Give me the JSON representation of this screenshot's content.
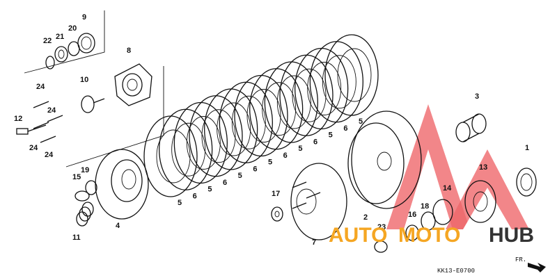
{
  "diagram": {
    "code": "KK13-E0700",
    "direction_label": "FR.",
    "labels": {
      "p2": "2",
      "p3": "3",
      "p4": "4",
      "p5": "5",
      "p6": "6",
      "p7": "7",
      "p8": "8",
      "p9": "9",
      "p10": "10",
      "p11": "11",
      "p12": "12",
      "p13": "13",
      "p14": "14",
      "p15": "15",
      "p16": "16",
      "p17": "17",
      "p18": "18",
      "p19": "19",
      "p20": "20",
      "p21": "21",
      "p22": "22",
      "p23": "23",
      "p24": "24",
      "p1": "1"
    }
  },
  "watermark": {
    "word_a": "AUTO",
    "word_b": "MOTO",
    "word_c": "HUB",
    "colors": {
      "orange": "#f5a623",
      "red": "#e8343a",
      "dark": "#333333"
    }
  }
}
